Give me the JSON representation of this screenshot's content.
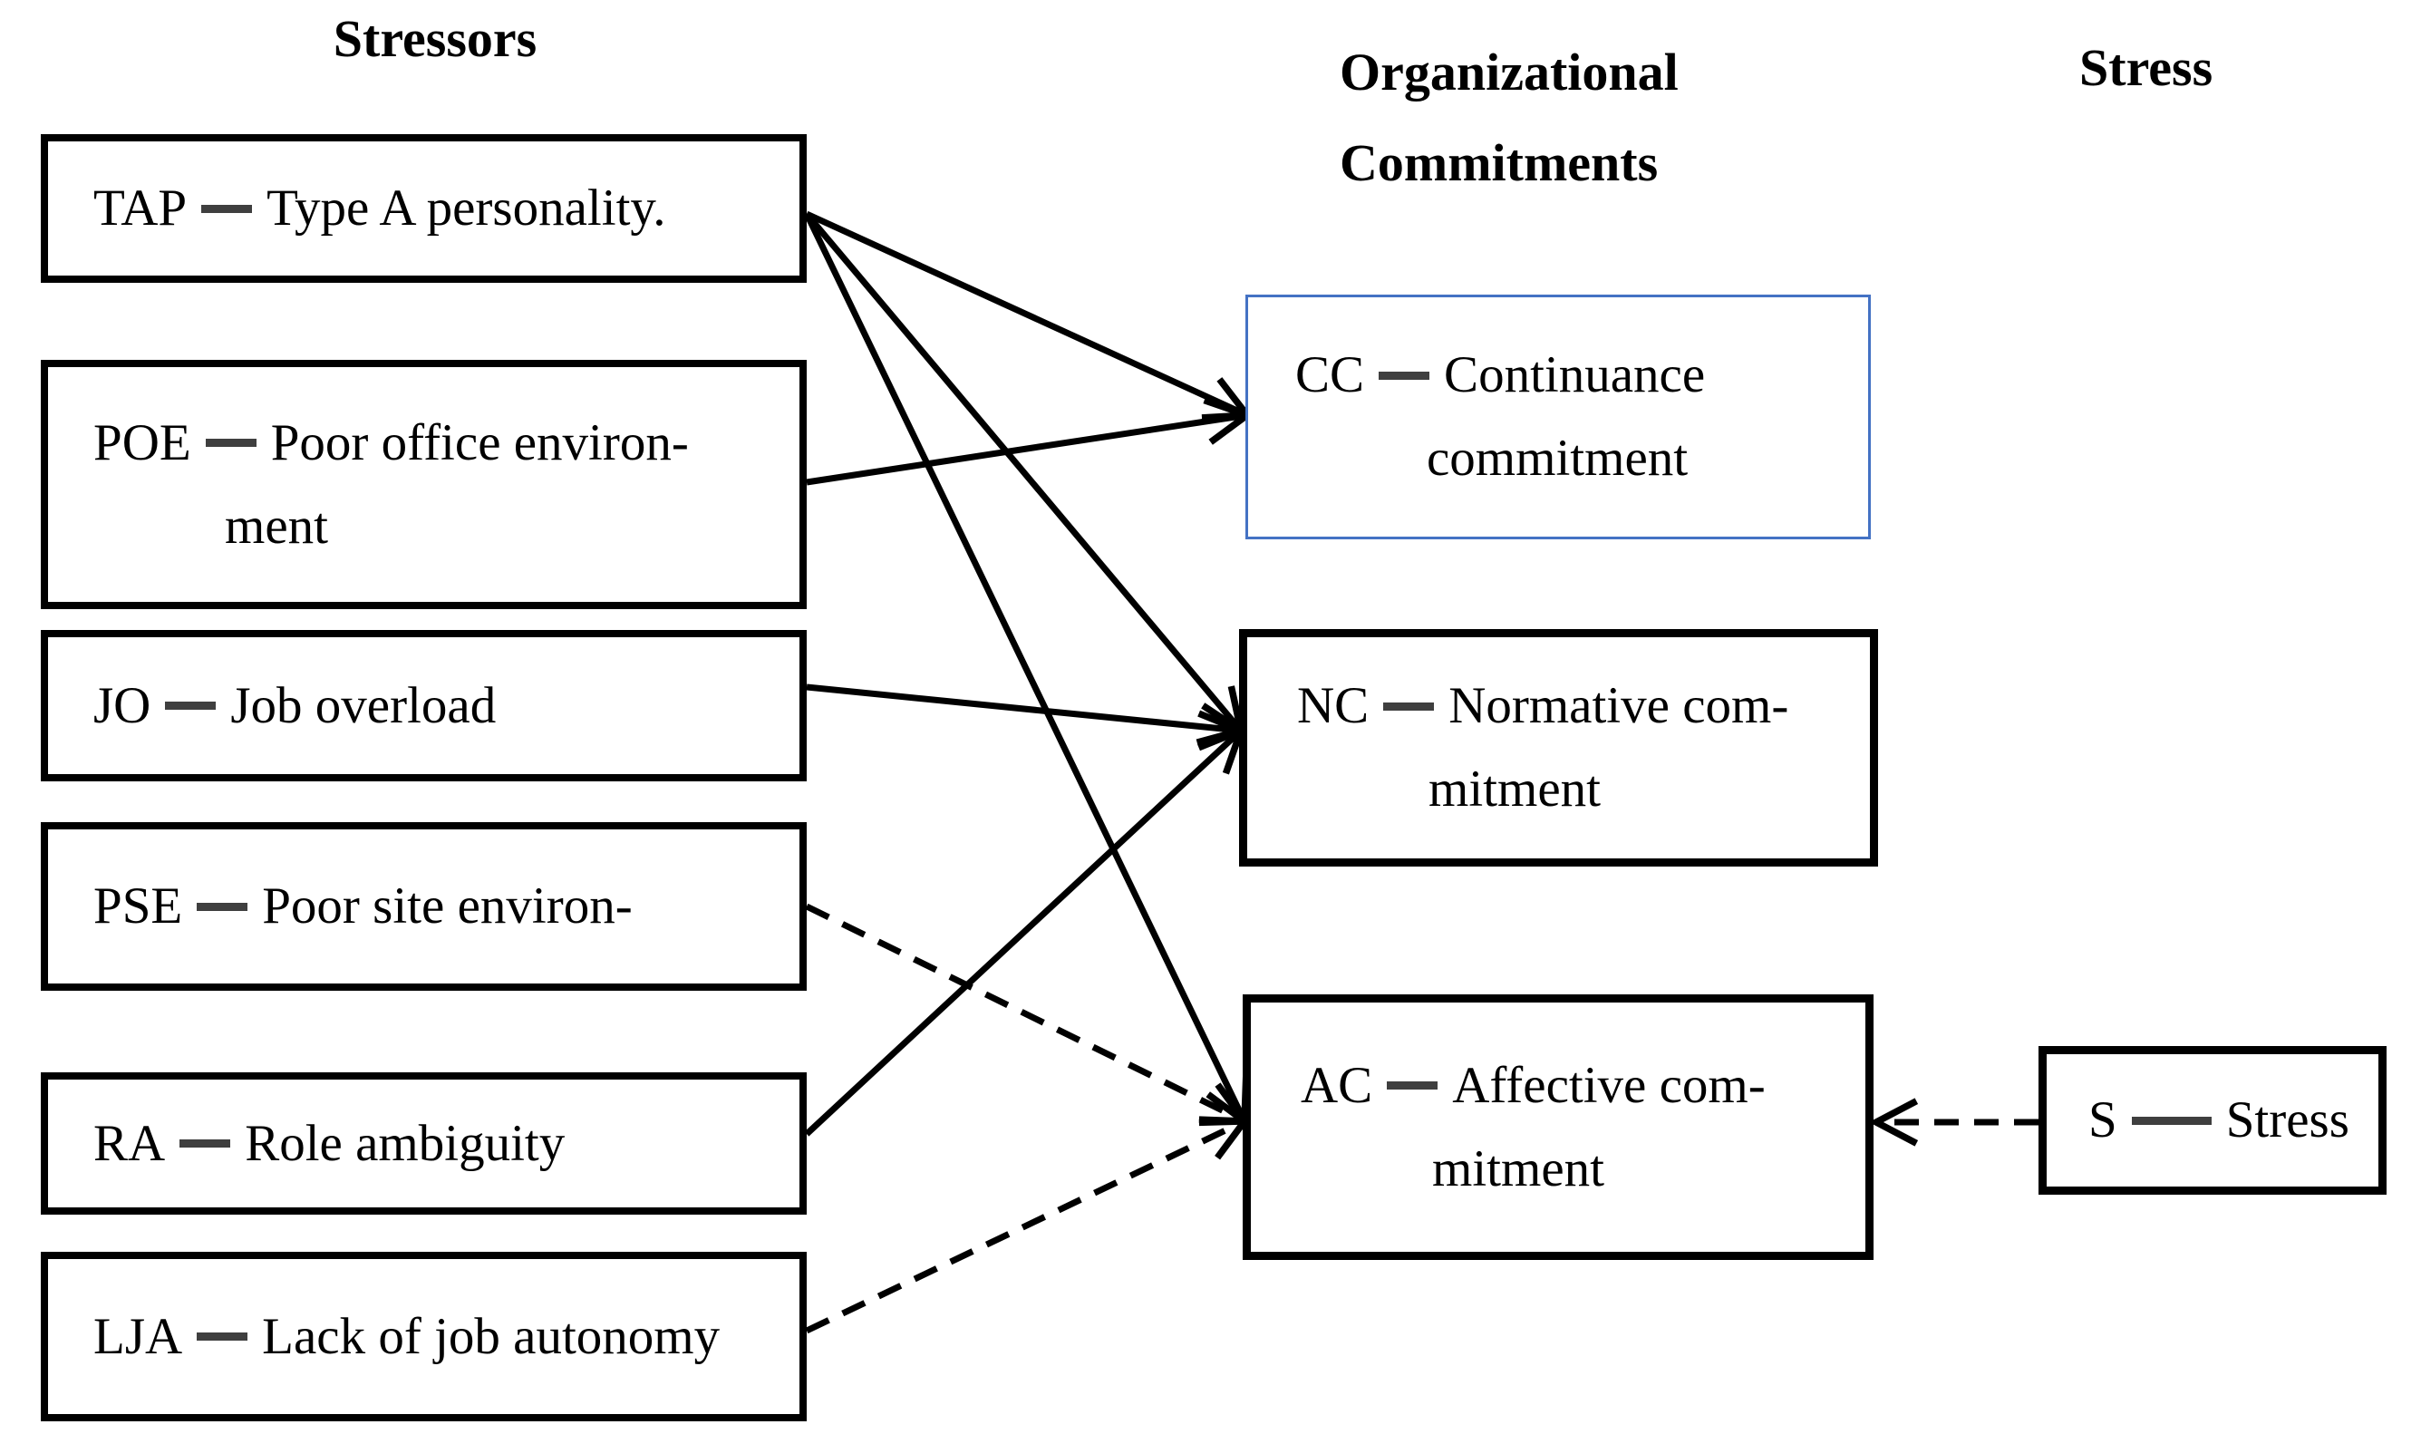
{
  "diagram": {
    "headers": {
      "stressors": "Stressors",
      "organizational_line1": "Organizational",
      "organizational_line2": "Commitments",
      "stress": "Stress"
    },
    "nodes": {
      "TAP": {
        "abbr": "TAP",
        "name": "Type A personality."
      },
      "POE": {
        "abbr": "POE",
        "name": "Poor office environ-",
        "name_line2": "ment"
      },
      "JO": {
        "abbr": "JO",
        "name": "Job overload"
      },
      "PSE": {
        "abbr": "PSE",
        "name": "Poor site environ-"
      },
      "RA": {
        "abbr": "RA",
        "name": "Role ambiguity"
      },
      "LJA": {
        "abbr": "LJA",
        "name": "Lack of job autonomy"
      },
      "CC": {
        "abbr": "CC",
        "name": "Continuance",
        "name_line2": "commitment"
      },
      "NC": {
        "abbr": "NC",
        "name": "Normative com-",
        "name_line2": "mitment"
      },
      "AC": {
        "abbr": "AC",
        "name": "Affective com-",
        "name_line2": "mitment"
      },
      "S": {
        "abbr": "S",
        "name": "Stress"
      }
    },
    "edges": [
      {
        "from": "TAP",
        "to": "CC",
        "style": "solid"
      },
      {
        "from": "POE",
        "to": "CC",
        "style": "solid"
      },
      {
        "from": "TAP",
        "to": "NC",
        "style": "solid"
      },
      {
        "from": "JO",
        "to": "NC",
        "style": "solid"
      },
      {
        "from": "RA",
        "to": "NC",
        "style": "solid"
      },
      {
        "from": "TAP",
        "to": "AC",
        "style": "solid"
      },
      {
        "from": "PSE",
        "to": "AC",
        "style": "dashed"
      },
      {
        "from": "LJA",
        "to": "AC",
        "style": "dashed"
      },
      {
        "from": "S",
        "to": "AC",
        "style": "dashed"
      }
    ],
    "colors": {
      "ink": "#000000",
      "cc_border": "#4472c4",
      "dash_separator": "#3f3f3f",
      "background": "#ffffff"
    }
  }
}
